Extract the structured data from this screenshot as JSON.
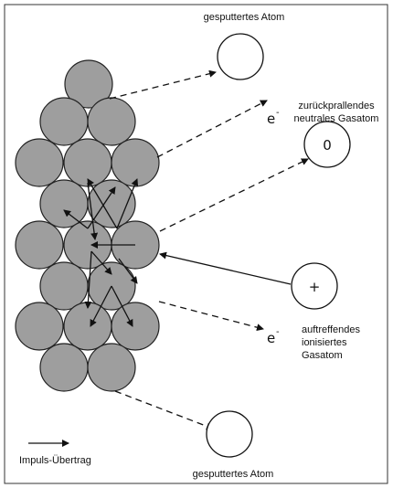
{
  "labels": {
    "sputtered_top": "gesputtertes Atom",
    "reflected_line1": "zurückprallendes",
    "reflected_line2": "neutrales Gasatom",
    "electron_top": "e",
    "electron_bottom": "e",
    "electron_superscript": "-",
    "incident_line1": "auftreffendes",
    "incident_line2": "ionisiertes",
    "incident_line3": "Gasatom",
    "sputtered_bottom": "gesputtertes Atom",
    "legend_label": "Impuls-Übertrag"
  },
  "symbols": {
    "neutral_atom": "0",
    "ion": "+"
  },
  "colors": {
    "lattice_atom_fill": "#9e9e9e",
    "stroke": "#111111",
    "background": "#ffffff"
  }
}
